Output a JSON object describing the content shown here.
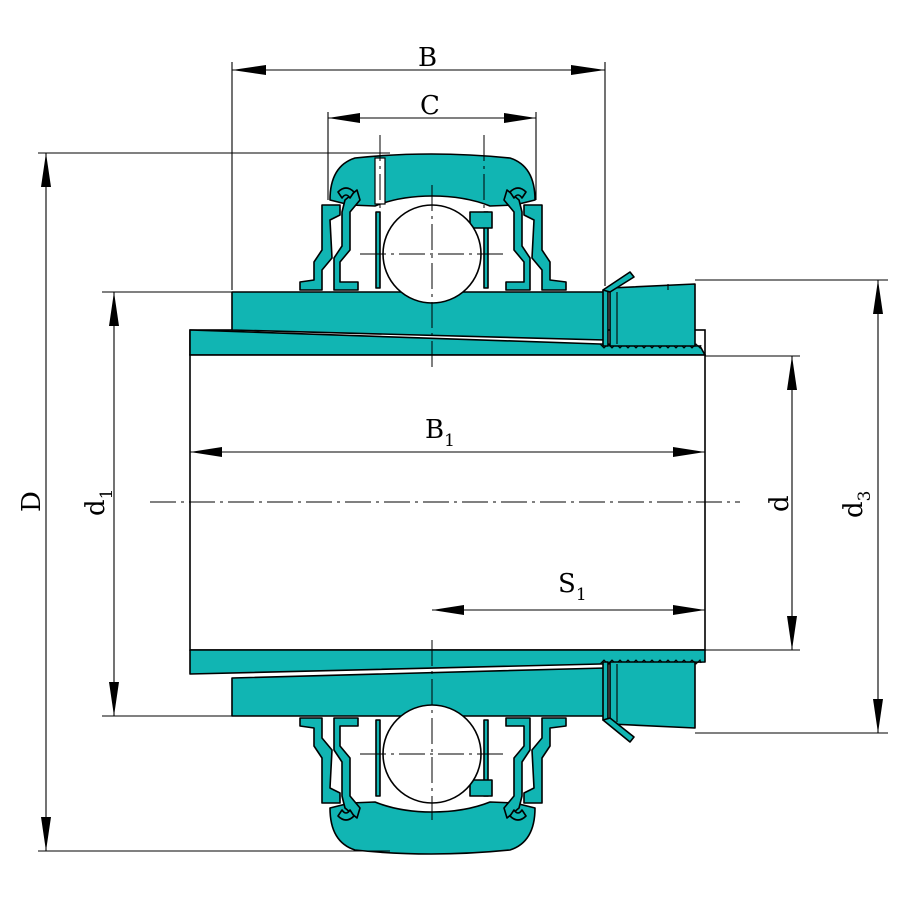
{
  "colors": {
    "part_fill": "#11b5b3",
    "line": "#000000",
    "background": "#ffffff"
  },
  "dimensions": {
    "B": {
      "main": "B",
      "sub": ""
    },
    "C": {
      "main": "C",
      "sub": ""
    },
    "B1": {
      "main": "B",
      "sub": "1"
    },
    "S1": {
      "main": "S",
      "sub": "1"
    },
    "D": {
      "main": "D",
      "sub": ""
    },
    "d1": {
      "main": "d",
      "sub": "1"
    },
    "d": {
      "main": "d",
      "sub": ""
    },
    "d3": {
      "main": "d",
      "sub": "3"
    }
  }
}
